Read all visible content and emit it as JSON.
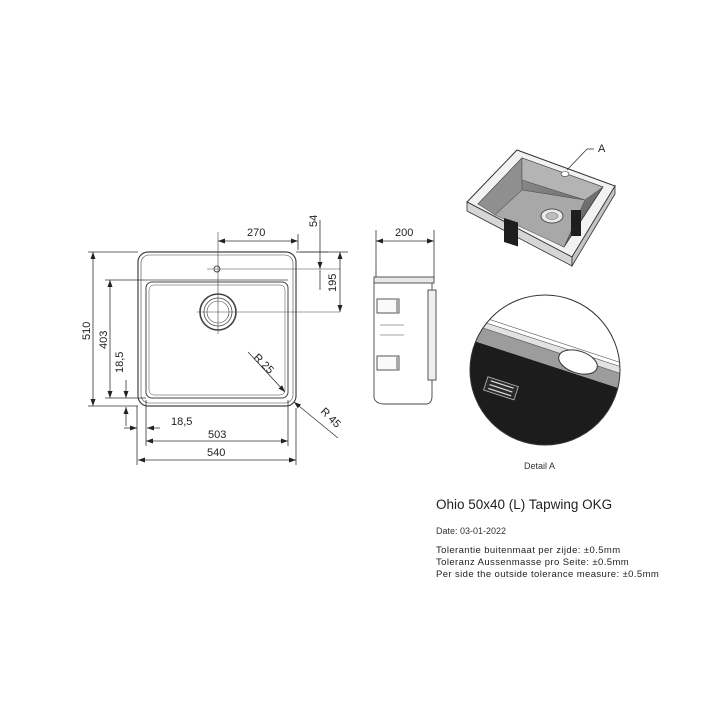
{
  "drawing": {
    "dimensions": {
      "top_width": "270",
      "top_offset": "54",
      "right_height": "195",
      "side_depth": "200",
      "overall_height": "510",
      "bowl_height": "403",
      "left_offset": "18,5",
      "bottom_offset": "18,5",
      "bowl_width": "503",
      "overall_width": "540",
      "radius_inner": "R 25",
      "radius_outer": "R 45"
    },
    "callout_label": "A",
    "detail_caption": "Detail A"
  },
  "title_block": {
    "title": "Ohio 50x40 (L) Tapwing OKG",
    "date": "Date: 03-01-2022",
    "tolerances": [
      "Tolerantie buitenmaat per zijde: ±0.5mm",
      "Toleranz Aussenmasse pro Seite: ±0.5mm",
      "Per side the outside tolerance measure: ±0.5mm"
    ]
  }
}
